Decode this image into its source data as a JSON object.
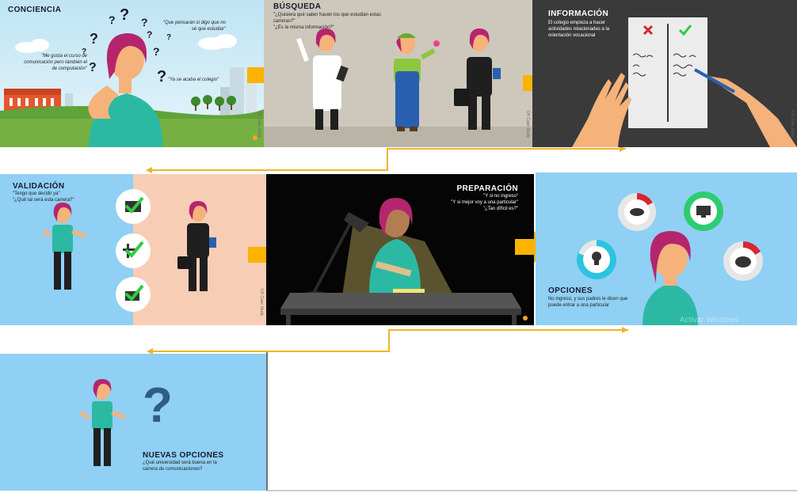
{
  "panels": {
    "conciencia": {
      "title": "CONCIENCIA",
      "quote_right": "\"Que pensarán si digo que no sé que estudiar\"",
      "quote_left": "\"Me gusta el curso de comunicación pero también el de computación\"",
      "quote_bottom": "\"Ya se acaba el colegio\"",
      "side_label": "UX Case Study"
    },
    "busqueda": {
      "title": "BÚSQUEDA",
      "line1": "\"¿Quisiera qué saber hacen los que estudian estas carreras?\"",
      "line2": "\"¿Es la misma información?\"",
      "side_label": "UX Case Study"
    },
    "informacion": {
      "title": "INFORMACIÓN",
      "desc": "El colegio empieza a hacer actividades relacionadas a la orientación vocacional",
      "side_label": "UX Case Study"
    },
    "validacion": {
      "title": "VALIDACIÓN",
      "line1": "\"Tengo que decidir ya\"",
      "line2": "\"¿Qué tal será esta carrera?\"",
      "side_label": "UX Case Study"
    },
    "preparacion": {
      "title": "PREPARACIÓN",
      "line1": "\"Y si no ingreso\"",
      "line2": "\"Y si mejor voy a una particular\"",
      "line3": "\"¿Tan difícil es?\""
    },
    "opciones": {
      "title": "OPCIONES",
      "desc": "No ingresó, y sus padres le dicen que puede entrar a una particular",
      "watermark": "Activar Windows"
    },
    "nuevas": {
      "title": "NUEVAS OPCIONES",
      "desc": "¿Qué universidad será buena en la carrera de comunicaciones?"
    }
  },
  "colors": {
    "arrow": "#fbb300",
    "connector": "#f0b429",
    "skin": "#f5b27a",
    "hair": "#b5256e",
    "top": "#2cb9a3"
  }
}
